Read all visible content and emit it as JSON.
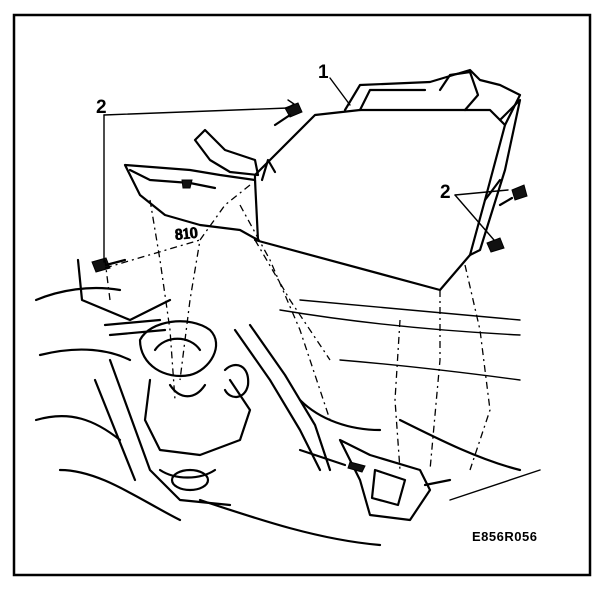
{
  "figure": {
    "callouts": {
      "part_1": "1",
      "fastener_left": "2",
      "fastener_right": "2"
    },
    "figure_code": "E856R056",
    "scribble_label": "810"
  }
}
